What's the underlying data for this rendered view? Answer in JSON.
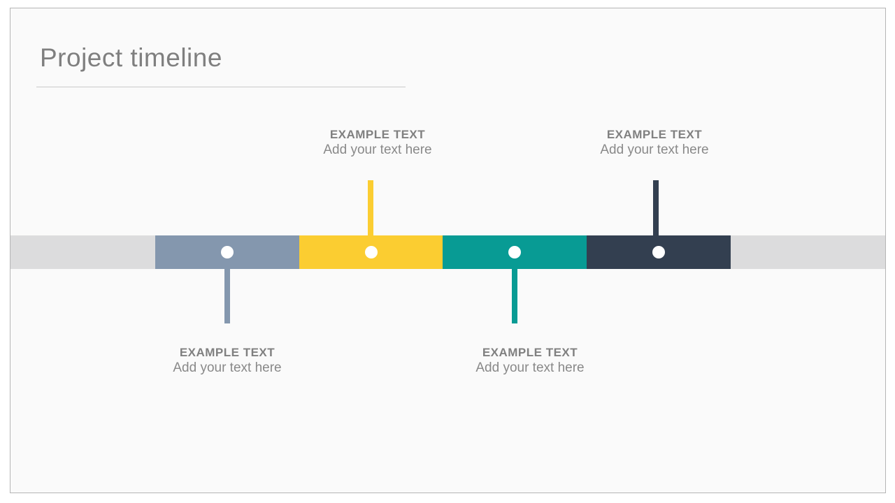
{
  "slide": {
    "title": "Project timeline",
    "background_color": "#fafafa",
    "border_color": "#b5b5b5",
    "title_color": "#7f7f7f"
  },
  "timeline": {
    "track_color": "#dcdcdd",
    "dot_color": "#ffffff",
    "label_title_color": "#808080",
    "label_subtitle_color": "#898989",
    "milestones": [
      {
        "color": "#8497AE",
        "label_position": "below",
        "title": "EXAMPLE TEXT",
        "subtitle": "Add your text here"
      },
      {
        "color": "#FBCD31",
        "label_position": "above",
        "title": "EXAMPLE TEXT",
        "subtitle": "Add your text here"
      },
      {
        "color": "#089B94",
        "label_position": "below",
        "title": "EXAMPLE TEXT",
        "subtitle": "Add your text here"
      },
      {
        "color": "#333F50",
        "label_position": "above",
        "title": "EXAMPLE TEXT",
        "subtitle": "Add your text here"
      }
    ]
  }
}
